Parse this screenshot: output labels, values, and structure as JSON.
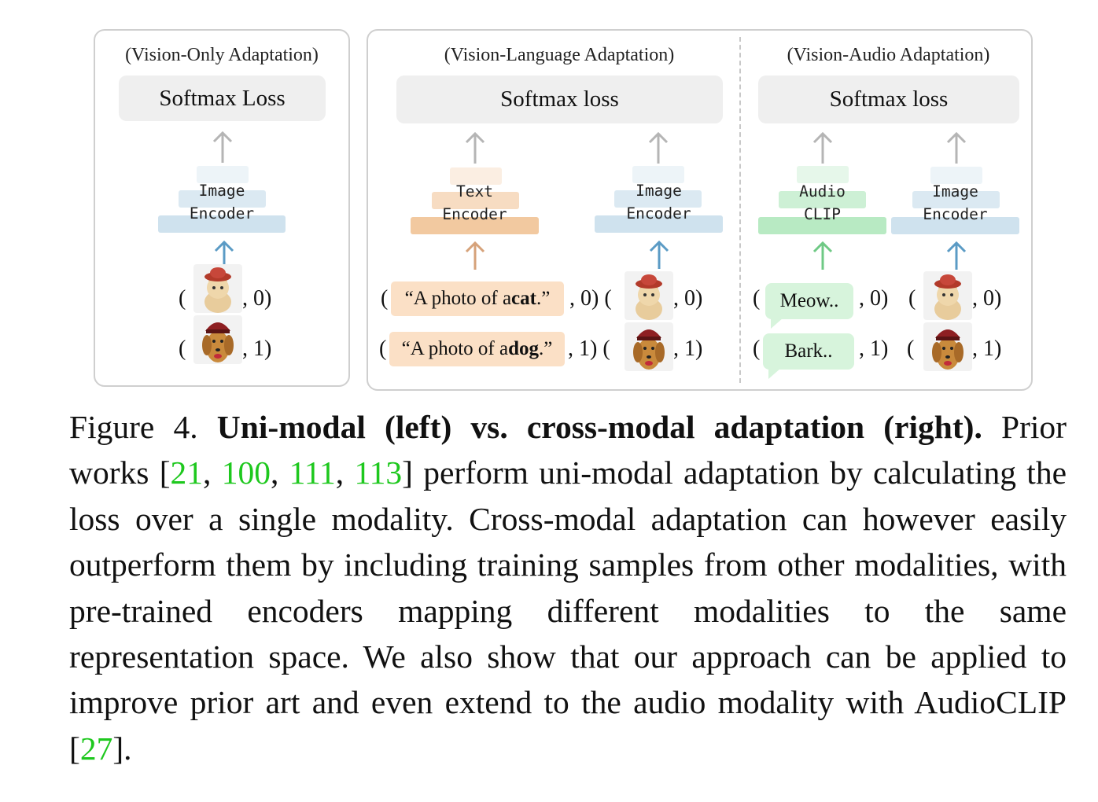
{
  "panels": {
    "vision_only": {
      "title": "(Vision-Only Adaptation)",
      "loss": "Softmax Loss",
      "encoder": "Image\nEncoder",
      "rows": [
        {
          "open": "(",
          "close": ", 0)"
        },
        {
          "open": "(",
          "close": ", 1)"
        }
      ]
    },
    "vision_language": {
      "title": "(Vision-Language Adaptation)",
      "loss": "Softmax loss",
      "text_encoder": "Text\nEncoder",
      "image_encoder": "Image\nEncoder",
      "rows": [
        {
          "open": "(",
          "text_pre": "“A photo of a ",
          "text_bold": "cat",
          "text_post": ".”",
          "mid": ", 0) (",
          "close": ", 0)"
        },
        {
          "open": "(",
          "text_pre": "“A photo of a ",
          "text_bold": "dog",
          "text_post": ".”",
          "mid": ", 1) (",
          "close": ", 1)"
        }
      ]
    },
    "vision_audio": {
      "title": "(Vision-Audio Adaptation)",
      "loss": "Softmax loss",
      "audio_encoder": "Audio\nCLIP",
      "image_encoder": "Image\nEncoder",
      "rows": [
        {
          "open": "(",
          "sound": "Meow..",
          "mid": ", 0)",
          "open2": "(",
          "close": ", 0)"
        },
        {
          "open": "(",
          "sound": "Bark..",
          "mid": ", 1)",
          "open2": "(",
          "close": ", 1)"
        }
      ]
    }
  },
  "colors": {
    "image_encoder": "#cfe2ee",
    "text_encoder": "#f2c9a0",
    "audio_encoder": "#b8eac3",
    "arrow_gray": "#b5b5b5",
    "arrow_blue": "#5b9bc5",
    "arrow_orange": "#d6a27a",
    "arrow_green": "#6fc985",
    "citation": "#1ec81e"
  },
  "caption": {
    "label": "Figure 4. ",
    "title": "Uni-modal (left) vs. cross-modal adaptation (right).",
    "t1": " Prior works [",
    "c1": "21",
    "s1": ", ",
    "c2": "100",
    "s2": ", ",
    "c3": "111",
    "s3": ", ",
    "c4": "113",
    "t2": "] perform uni-modal adaptation by calculating the loss over a single modality.  Cross-modal adaptation can however easily outperform them by including training samples from other modalities, with pre-trained encoders mapping different modalities to the same representation space.  We also show that our approach can be applied to improve prior art and even extend to the audio modality with AudioCLIP [",
    "c5": "27",
    "t3": "]."
  }
}
